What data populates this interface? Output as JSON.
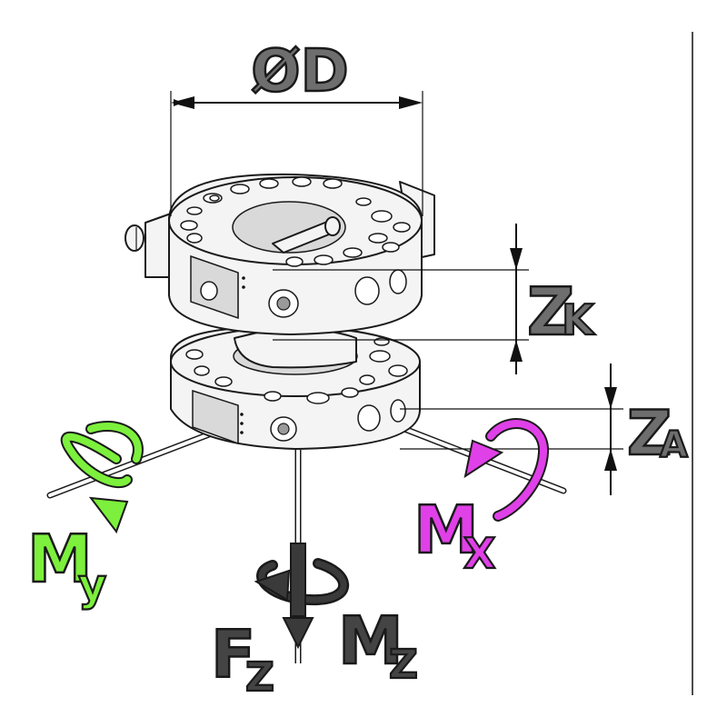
{
  "labels": {
    "diameter": "ØD",
    "zk_main": "Z",
    "zk_sub": "K",
    "za_main": "Z",
    "za_sub": "A",
    "mx_main": "M",
    "mx_sub": "X",
    "my_main": "M",
    "my_sub": "y",
    "fz_main": "F",
    "fz_sub": "Z",
    "mz_main": "M",
    "mz_sub": "Z"
  },
  "colors": {
    "label_grey": "#6e6e6e",
    "label_outline": "#1a1a1a",
    "my_green": "#7cf03c",
    "mx_magenta": "#e040e8",
    "mz_dark": "#2a2a2a"
  }
}
